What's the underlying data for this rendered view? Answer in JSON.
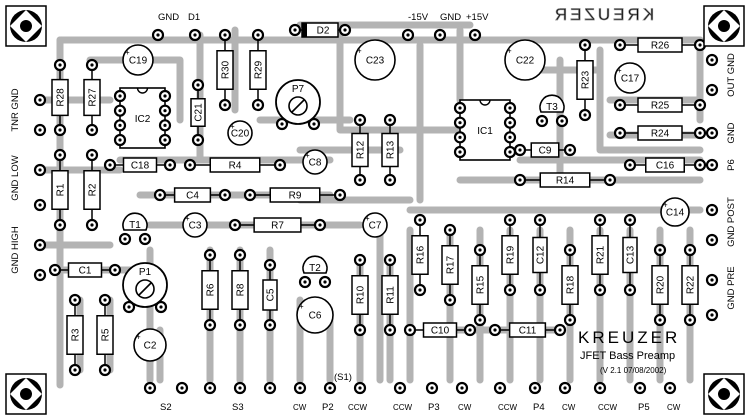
{
  "board": {
    "title": "KREUZER",
    "mirror_title": "KREUZER",
    "subtitle": "JFET Bass Preamp",
    "version": "(V 2.1  07/08/2002)",
    "colors": {
      "copper": "#b3b3b3",
      "background": "#ffffff",
      "ink": "#000000",
      "silk": "#ffffff"
    }
  },
  "top_labels": [
    "GND",
    "D1",
    "-15V",
    "GND",
    "+15V"
  ],
  "left_labels": [
    "TNR GND",
    "GND LOW",
    "GND HIGH"
  ],
  "right_labels": [
    "OUT GND",
    "GND",
    "P6",
    "GND POST",
    "GND PRE"
  ],
  "bottom_labels": [
    "S2",
    "S3",
    "CW",
    "P2",
    "CCW",
    "(S1)",
    "CCW",
    "P3",
    "CW",
    "CCW",
    "P4",
    "CW",
    "CCW",
    "P5",
    "CW"
  ],
  "components": {
    "resistors": [
      "R1",
      "R2",
      "R3",
      "R4",
      "R5",
      "R6",
      "R7",
      "R8",
      "R9",
      "R10",
      "R11",
      "R12",
      "R13",
      "R14",
      "R15",
      "R16",
      "R17",
      "R18",
      "R19",
      "R20",
      "R21",
      "R22",
      "R23",
      "R24",
      "R25",
      "R26",
      "R27",
      "R28",
      "R29",
      "R30"
    ],
    "capacitors": [
      "C1",
      "C2",
      "C3",
      "C4",
      "C5",
      "C6",
      "C7",
      "C8",
      "C9",
      "C10",
      "C11",
      "C12",
      "C13",
      "C14",
      "C16",
      "C17",
      "C18",
      "C19",
      "C20",
      "C21",
      "C22",
      "C23"
    ],
    "transistors": [
      "T1",
      "T2",
      "T3"
    ],
    "ics": [
      "IC1",
      "IC2"
    ],
    "pots": [
      "P1",
      "P7"
    ],
    "diodes": [
      "D2"
    ]
  }
}
